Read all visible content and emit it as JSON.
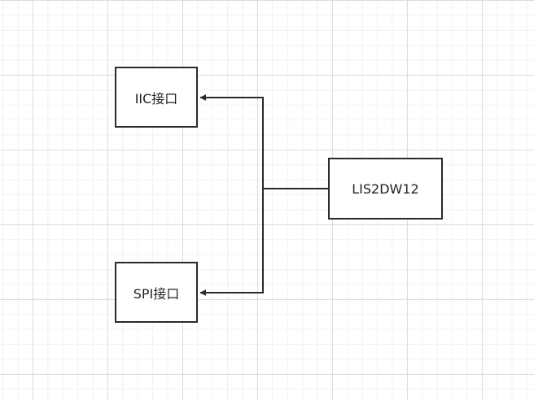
{
  "diagram": {
    "nodes": {
      "iic": {
        "label": "IIC接口"
      },
      "spi": {
        "label": "SPI接口"
      },
      "lis": {
        "label": "LIS2DW12"
      }
    },
    "edges": [
      {
        "from": "lis",
        "to": "iic"
      },
      {
        "from": "lis",
        "to": "spi"
      }
    ]
  },
  "colors": {
    "stroke": "#2a2a2a",
    "grid_major": "#dcdcdc",
    "grid_minor": "#f1f1f1",
    "background": "#ffffff"
  }
}
